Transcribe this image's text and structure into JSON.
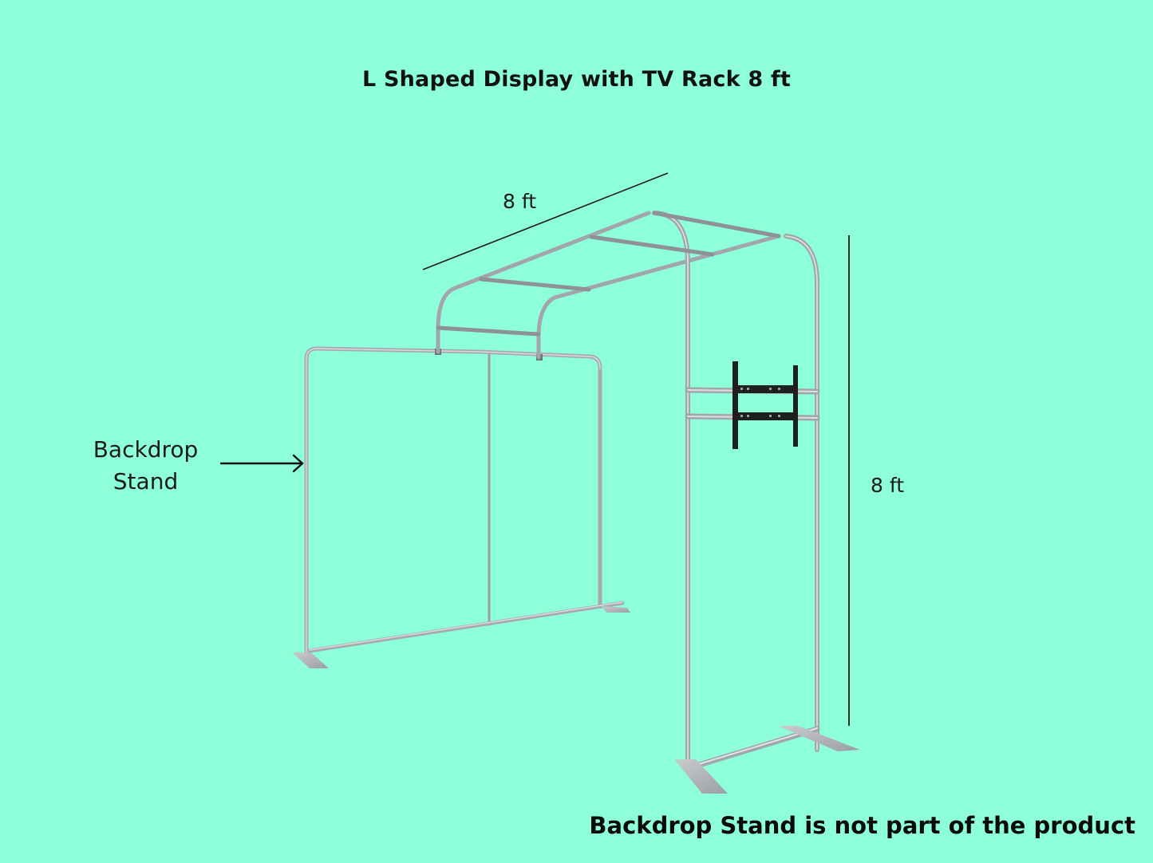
{
  "title": "L Shaped Display with TV Rack 8 ft",
  "dimensions": {
    "depth_label": "8 ft",
    "height_label": "8 ft"
  },
  "annotations": {
    "backdrop_label_line1": "Backdrop",
    "backdrop_label_line2": "Stand"
  },
  "footer_note": "Backdrop Stand is not part of the product",
  "colors": {
    "background": "#8effdb",
    "frame": "#b9bcbf",
    "frame_shadow": "#8a8d90",
    "tv_mount": "#222222",
    "text": "#111111"
  },
  "objects": [
    {
      "name": "l-shaped-tv-rack-frame",
      "type": "product"
    },
    {
      "name": "tv-wall-mount-bracket",
      "type": "accessory"
    },
    {
      "name": "backdrop-stand",
      "type": "not-included"
    }
  ]
}
